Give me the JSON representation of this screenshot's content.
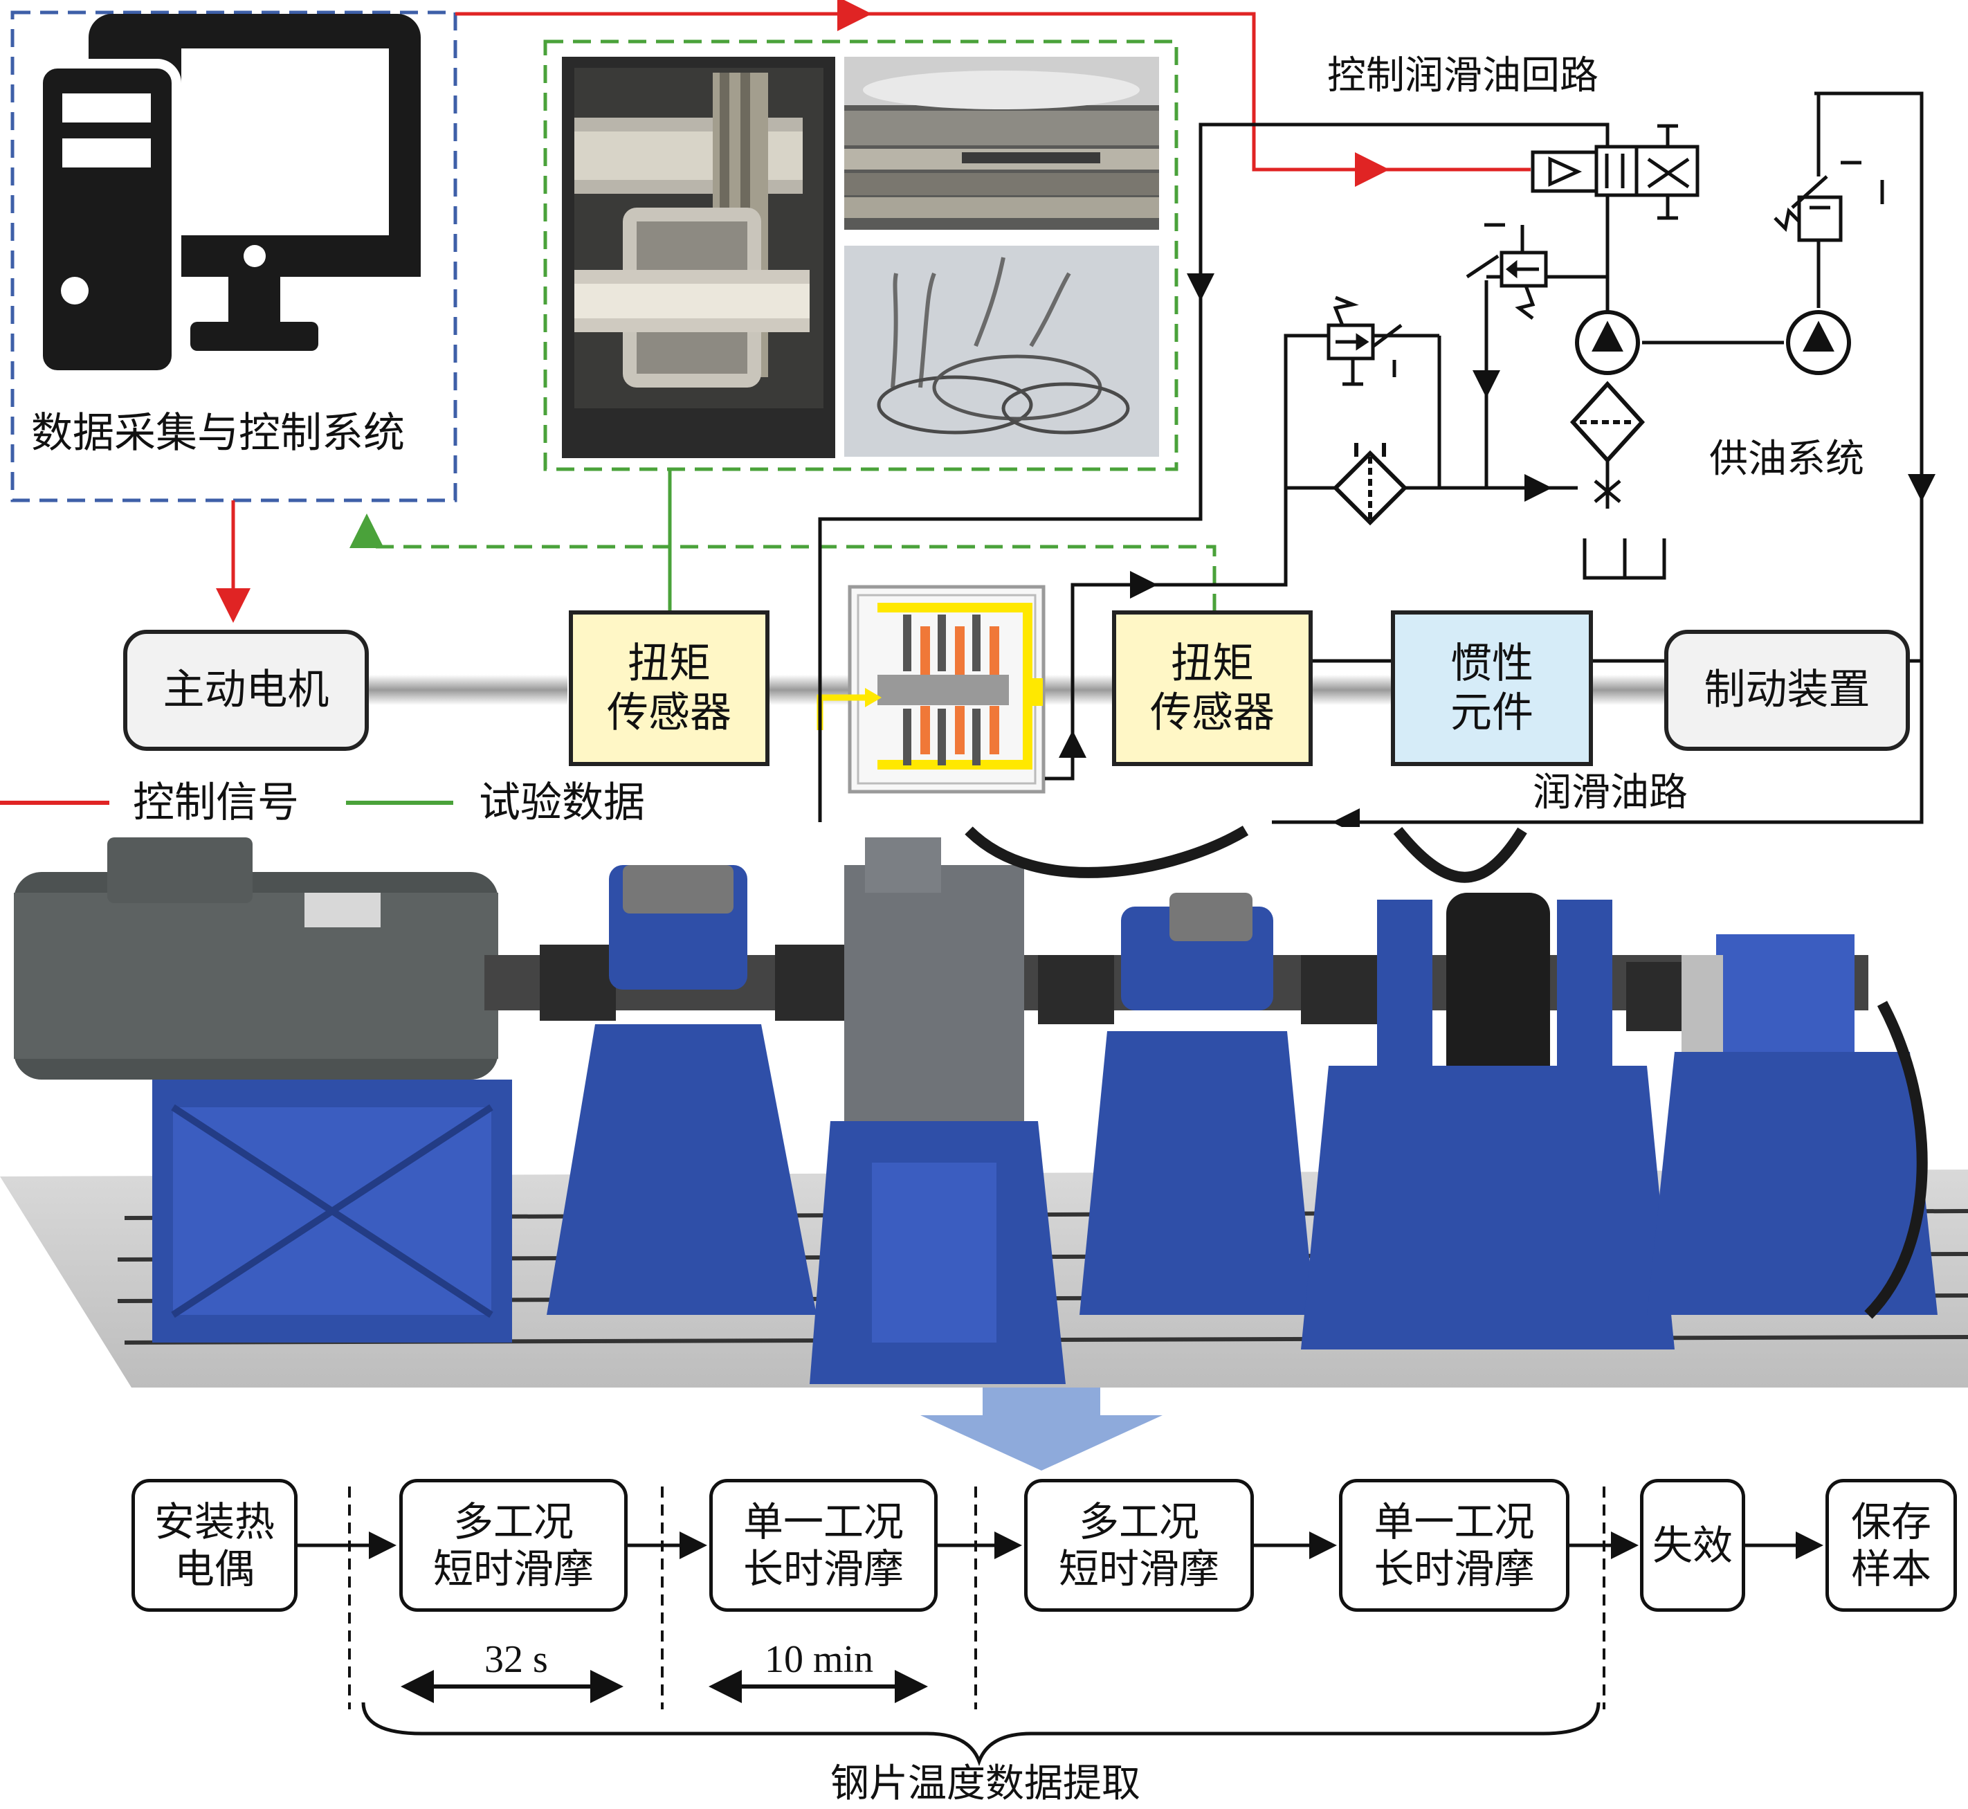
{
  "system": {
    "dacs_label": "数据采集与控制系统",
    "control_loop_label": "控制润滑油回路",
    "oil_supply_label": "供油系统",
    "lube_path_label": "润滑油路"
  },
  "drivetrain": {
    "motor": "主动电机",
    "torque_sensor_1": [
      "扭矩",
      "传感器"
    ],
    "torque_sensor_2": [
      "扭矩",
      "传感器"
    ],
    "inertia": [
      "惯性",
      "元件"
    ],
    "brake": "制动装置"
  },
  "legend": {
    "control_signal": "控制信号",
    "test_data": "试验数据"
  },
  "flow": {
    "steps": [
      [
        "安装热",
        "电偶"
      ],
      [
        "多工况",
        "短时滑摩"
      ],
      [
        "单一工况",
        "长时滑摩"
      ],
      [
        "多工况",
        "短时滑摩"
      ],
      [
        "单一工况",
        "长时滑摩"
      ],
      [
        "失效"
      ],
      [
        "保存",
        "样本"
      ]
    ],
    "duration_short": "32 s",
    "duration_long": "10 min",
    "extraction_label": "钢片温度数据提取"
  },
  "colors": {
    "control_signal": "#e02424",
    "test_data": "#4aa23a",
    "dacs_border": "#3e5fa8",
    "down_arrow": "#8eaadb",
    "machine_blue": "#2f4fa8"
  }
}
